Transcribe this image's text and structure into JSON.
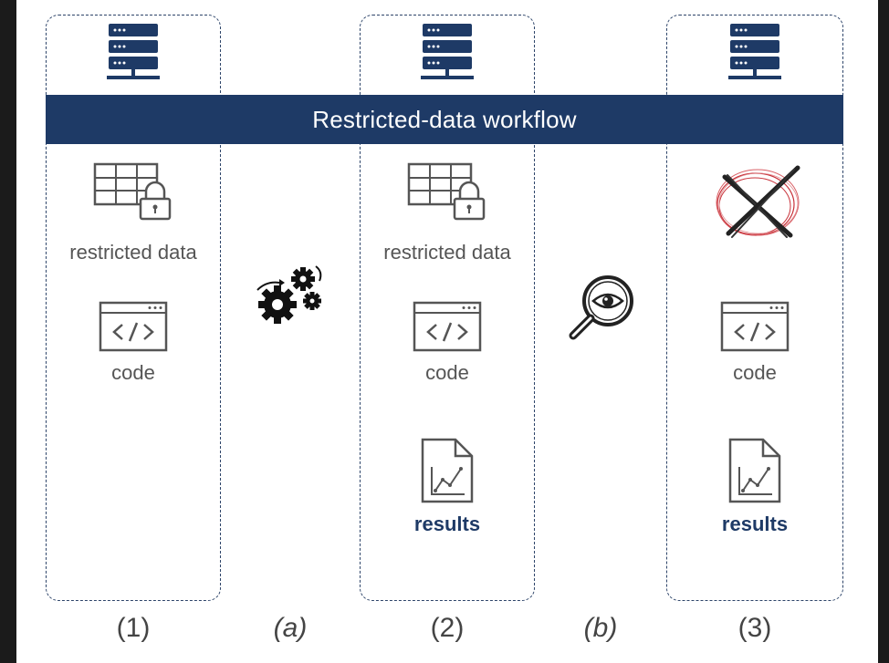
{
  "banner": {
    "title": "Restricted-data workflow"
  },
  "columns": [
    {
      "id": "1",
      "caption": "(1)",
      "data_label": "restricted data",
      "code_label": "code",
      "results_label": ""
    },
    {
      "id": "2",
      "caption": "(2)",
      "data_label": "restricted data",
      "code_label": "code",
      "results_label": "results"
    },
    {
      "id": "3",
      "caption": "(3)",
      "data_label": "",
      "code_label": "code",
      "results_label": "results"
    }
  ],
  "steps": [
    {
      "id": "a",
      "caption": "(a)",
      "icon": "gears-icon"
    },
    {
      "id": "b",
      "caption": "(b)",
      "icon": "magnifier-eye-icon"
    }
  ],
  "colors": {
    "navy": "#1e3a66",
    "text_gray": "#555555",
    "red_scribble": "#c8323a"
  }
}
